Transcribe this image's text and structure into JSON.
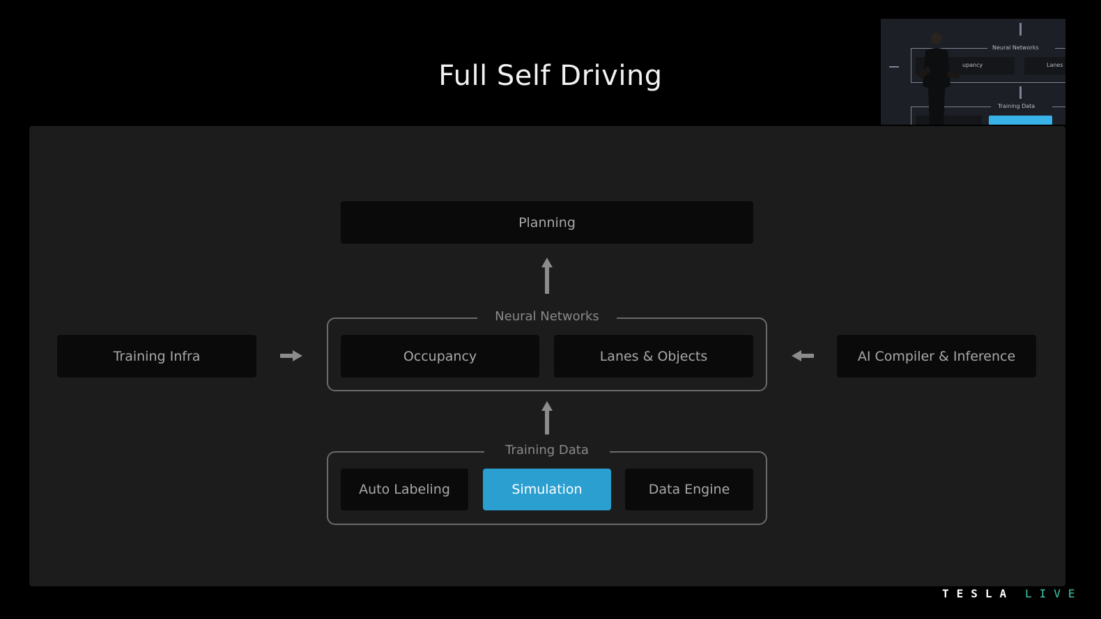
{
  "title": "Full Self Driving",
  "diagram": {
    "planning": "Planning",
    "neural_networks": {
      "label": "Neural Networks",
      "items": [
        "Occupancy",
        "Lanes & Objects"
      ]
    },
    "training_data": {
      "label": "Training Data",
      "items": [
        "Auto Labeling",
        "Simulation",
        "Data Engine"
      ],
      "active": "Simulation"
    },
    "left": "Training Infra",
    "right": "AI Compiler & Inference"
  },
  "pip": {
    "neural_label": "Neural Networks",
    "occupancy_fragment": "upancy",
    "lanes_fragment": "Lanes",
    "training_label": "Training Data"
  },
  "branding": {
    "tesla": "TESLA",
    "live": "LIVE"
  },
  "colors": {
    "background": "#000000",
    "panel": "#1b1c1b",
    "box": "#0a0a0a",
    "active": "#2a9fd0",
    "border": "#6b6b6b",
    "live_accent": "#45c9b0"
  },
  "icons": [
    "arrow-up-icon",
    "arrow-right-icon",
    "arrow-left-icon",
    "speaker-video-inset"
  ]
}
